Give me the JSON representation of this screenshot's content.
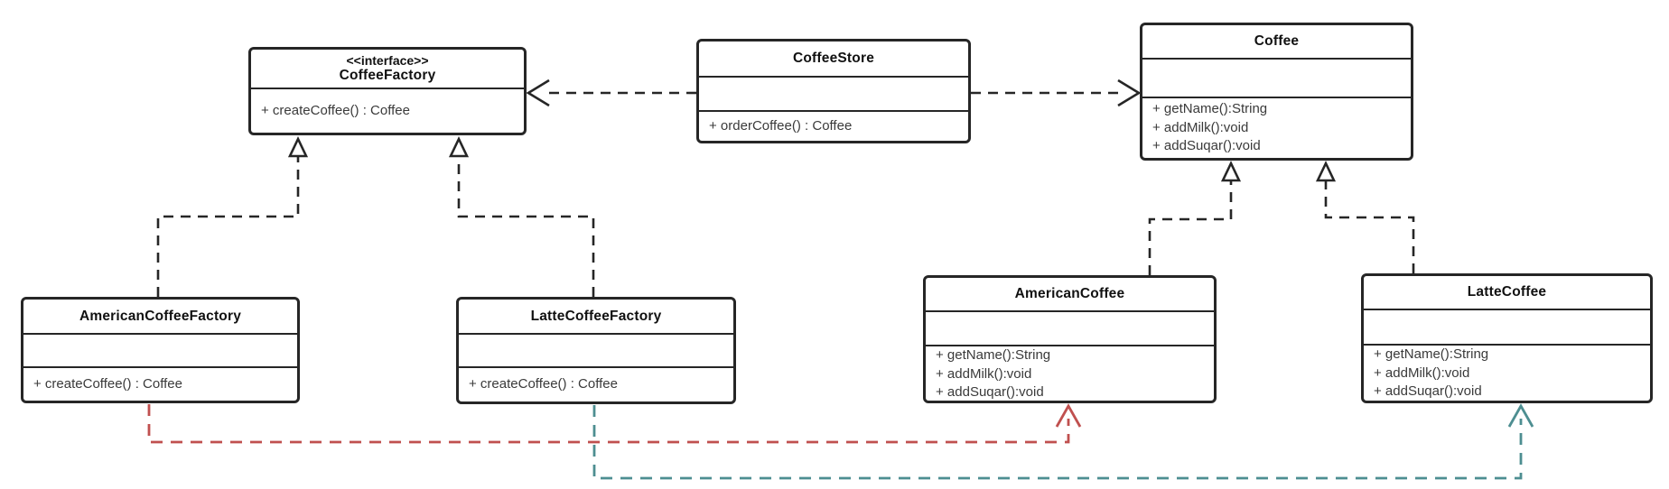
{
  "diagram": {
    "title": "Coffee factory pattern UML class diagram",
    "colors": {
      "line": "#262626",
      "create_american": "#c0504f",
      "create_latte": "#4d8e91",
      "background": "#ffffff"
    }
  },
  "classes": [
    {
      "id": "coffee-factory",
      "stereotype": "<<interface>>",
      "name": "CoffeeFactory",
      "methods": [
        "+ createCoffee() : Coffee"
      ]
    },
    {
      "id": "coffee-store",
      "name": "CoffeeStore",
      "methods": [
        "+ orderCoffee() : Coffee"
      ]
    },
    {
      "id": "coffee",
      "name": "Coffee",
      "methods": [
        "+ getName():String",
        "+ addMilk():void",
        "+ addSuqar():void"
      ]
    },
    {
      "id": "american-coffee-factory",
      "name": "AmericanCoffeeFactory",
      "methods": [
        "+ createCoffee() : Coffee"
      ]
    },
    {
      "id": "latte-coffee-factory",
      "name": "LatteCoffeeFactory",
      "methods": [
        "+ createCoffee() : Coffee"
      ]
    },
    {
      "id": "american-coffee",
      "name": "AmericanCoffee",
      "methods": [
        "+ getName():String",
        "+ addMilk():void",
        "+ addSuqar():void"
      ]
    },
    {
      "id": "latte-coffee",
      "name": "LatteCoffee",
      "methods": [
        "+ getName():String",
        "+ addMilk():void",
        "+ addSuqar():void"
      ]
    }
  ],
  "relationships": [
    {
      "type": "dependency",
      "from": "CoffeeStore",
      "to": "CoffeeFactory",
      "style": "dashed-open-arrow",
      "color": "#262626"
    },
    {
      "type": "dependency",
      "from": "CoffeeStore",
      "to": "Coffee",
      "style": "dashed-open-arrow",
      "color": "#262626"
    },
    {
      "type": "realization",
      "from": "AmericanCoffeeFactory",
      "to": "CoffeeFactory",
      "style": "dashed-hollow-triangle",
      "color": "#262626"
    },
    {
      "type": "realization",
      "from": "LatteCoffeeFactory",
      "to": "CoffeeFactory",
      "style": "dashed-hollow-triangle",
      "color": "#262626"
    },
    {
      "type": "realization",
      "from": "AmericanCoffee",
      "to": "Coffee",
      "style": "dashed-hollow-triangle",
      "color": "#262626"
    },
    {
      "type": "realization",
      "from": "LatteCoffee",
      "to": "Coffee",
      "style": "dashed-hollow-triangle",
      "color": "#262626"
    },
    {
      "type": "dependency",
      "from": "AmericanCoffeeFactory",
      "to": "AmericanCoffee",
      "style": "dashed-open-arrow",
      "color": "#c0504f"
    },
    {
      "type": "dependency",
      "from": "LatteCoffeeFactory",
      "to": "LatteCoffee",
      "style": "dashed-open-arrow",
      "color": "#4d8e91"
    }
  ]
}
